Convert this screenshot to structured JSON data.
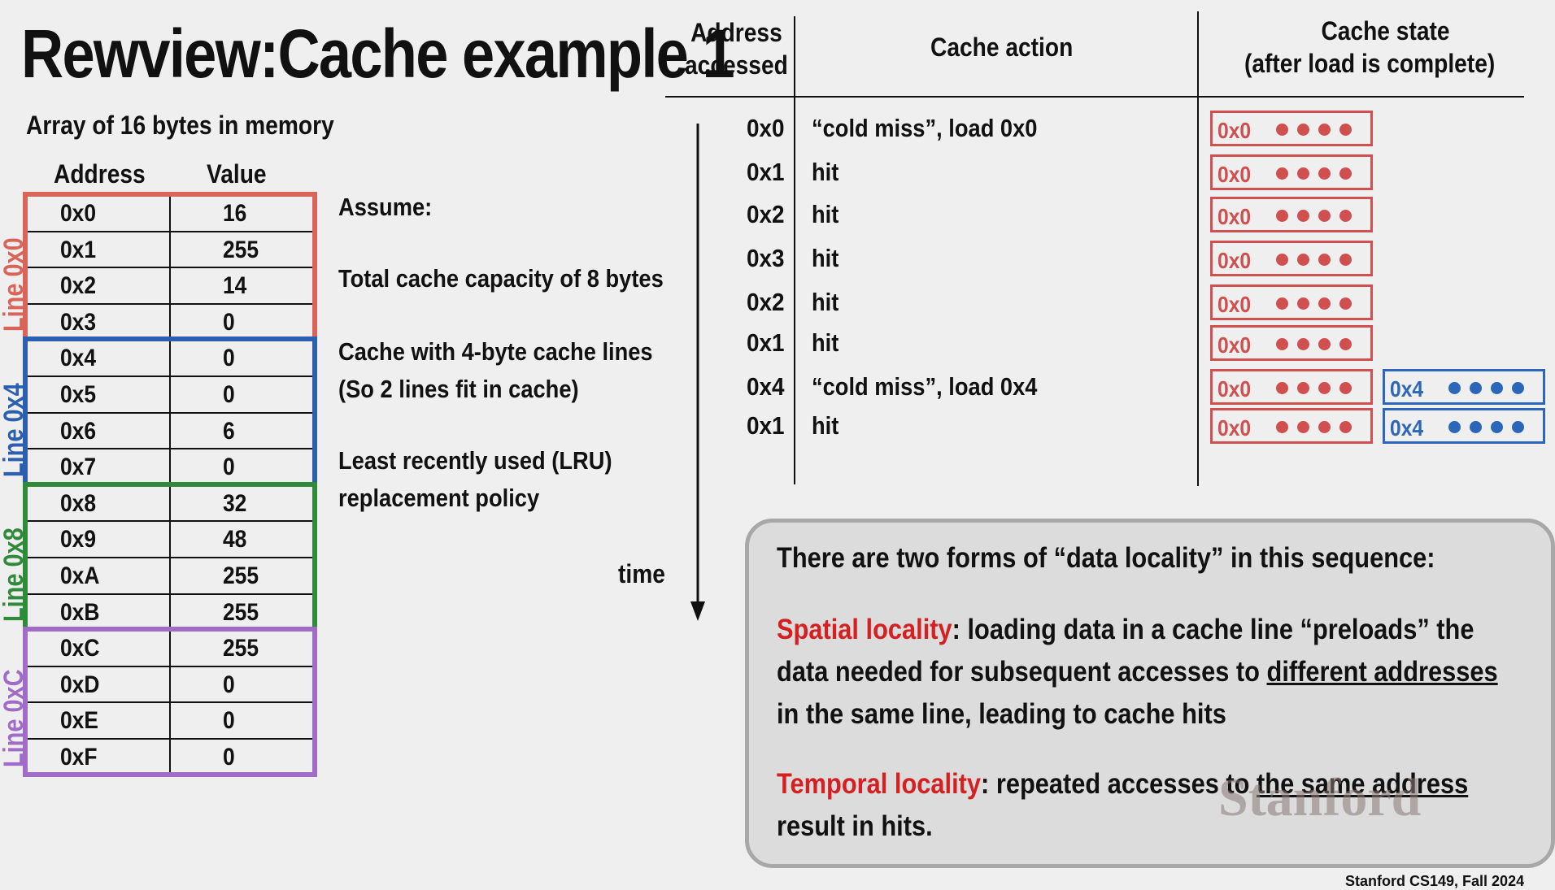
{
  "slide": {
    "title": "Rewview:Cache example 1",
    "subhead": "Array of 16 bytes in memory",
    "footer": "Stanford CS149, Fall 2024",
    "watermark": "Stanford"
  },
  "memory": {
    "header_address": "Address",
    "header_value": "Value",
    "rows": [
      {
        "addr": "0x0",
        "val": "16"
      },
      {
        "addr": "0x1",
        "val": "255"
      },
      {
        "addr": "0x2",
        "val": "14"
      },
      {
        "addr": "0x3",
        "val": "0"
      },
      {
        "addr": "0x4",
        "val": "0"
      },
      {
        "addr": "0x5",
        "val": "0"
      },
      {
        "addr": "0x6",
        "val": "6"
      },
      {
        "addr": "0x7",
        "val": "0"
      },
      {
        "addr": "0x8",
        "val": "32"
      },
      {
        "addr": "0x9",
        "val": "48"
      },
      {
        "addr": "0xA",
        "val": "255"
      },
      {
        "addr": "0xB",
        "val": "255"
      },
      {
        "addr": "0xC",
        "val": "255"
      },
      {
        "addr": "0xD",
        "val": "0"
      },
      {
        "addr": "0xE",
        "val": "0"
      },
      {
        "addr": "0xF",
        "val": "0"
      }
    ],
    "lines": [
      {
        "label": "Line 0x0",
        "color": "#d9645a"
      },
      {
        "label": "Line 0x4",
        "color": "#2c5fb0"
      },
      {
        "label": "Line 0x8",
        "color": "#2f8a3a"
      },
      {
        "label": "Line 0xC",
        "color": "#a06cc8"
      }
    ]
  },
  "assume": {
    "heading": "Assume:",
    "capacity": "Total cache capacity of 8 bytes",
    "lines1": "Cache with 4-byte cache lines",
    "lines2": "(So 2 lines fit in cache)",
    "policy1": "Least recently used (LRU)",
    "policy2": "replacement policy"
  },
  "trace": {
    "header_addr1": "Address",
    "header_addr2": "accessed",
    "header_action": "Cache action",
    "header_state1": "Cache state",
    "header_state2": "(after load is complete)",
    "time_label": "time",
    "rows": [
      {
        "addr": "0x0",
        "action": "“cold miss”, load 0x0",
        "lines": [
          "0x0"
        ]
      },
      {
        "addr": "0x1",
        "action": "hit",
        "lines": [
          "0x0"
        ]
      },
      {
        "addr": "0x2",
        "action": "hit",
        "lines": [
          "0x0"
        ]
      },
      {
        "addr": "0x3",
        "action": "hit",
        "lines": [
          "0x0"
        ]
      },
      {
        "addr": "0x2",
        "action": "hit",
        "lines": [
          "0x0"
        ]
      },
      {
        "addr": "0x1",
        "action": "hit",
        "lines": [
          "0x0"
        ]
      },
      {
        "addr": "0x4",
        "action": "“cold miss”, load 0x4",
        "lines": [
          "0x0",
          "0x4"
        ]
      },
      {
        "addr": "0x1",
        "action": "hit",
        "lines": [
          "0x0",
          "0x4"
        ]
      }
    ]
  },
  "callout": {
    "line1": "There are two forms of “data locality” in this sequence:",
    "spatial_term": "Spatial locality",
    "spatial_1": ": loading data in a cache line “preloads” the",
    "spatial_2a": "data needed for subsequent accesses to ",
    "spatial_2b": "different addresses",
    "spatial_3": "in the same line, leading to cache hits",
    "temporal_term": "Temporal locality",
    "temporal_1a": ": repeated accesses to ",
    "temporal_1b": "the same address",
    "temporal_2": "result in hits."
  }
}
